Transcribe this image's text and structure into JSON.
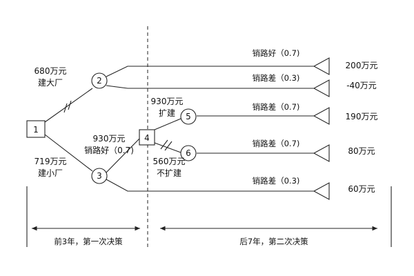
{
  "decision_nodes": [
    {
      "id": "1",
      "label": "1"
    },
    {
      "id": "4",
      "label": "4"
    }
  ],
  "chance_nodes": [
    {
      "id": "2",
      "label": "2"
    },
    {
      "id": "3",
      "label": "3"
    },
    {
      "id": "5",
      "label": "5"
    },
    {
      "id": "6",
      "label": "6"
    }
  ],
  "options": {
    "big_plant": {
      "cost": "680万元",
      "name": "建大厂"
    },
    "small_plant": {
      "cost": "719万元",
      "name": "建小厂"
    },
    "node3_upper": {
      "value": "930万元",
      "name": "销路好（0.7)"
    },
    "expand": {
      "value": "930万元",
      "name": "扩建"
    },
    "no_expand": {
      "value": "560万元",
      "name": "不扩建"
    }
  },
  "outcomes": [
    {
      "branch": "销路好（0.7)",
      "payoff": "200万元"
    },
    {
      "branch": "销路差（0.3)",
      "payoff": "-40万元"
    },
    {
      "branch": "销路差（0.7)",
      "payoff": "190万元"
    },
    {
      "branch": "销路差（0.7)",
      "payoff": "80万元"
    },
    {
      "branch": "销路差（0.3)",
      "payoff": "60万元"
    }
  ],
  "periods": {
    "first": "前3年，第一次决策",
    "second": "后7年，第二次决策"
  }
}
